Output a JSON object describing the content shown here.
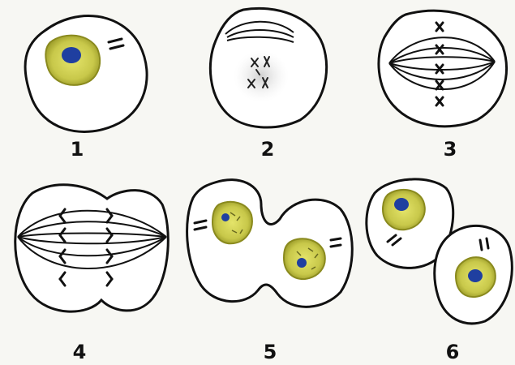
{
  "stages": [
    {
      "label": "1"
    },
    {
      "label": "2"
    },
    {
      "label": "3"
    },
    {
      "label": "4"
    },
    {
      "label": "5"
    },
    {
      "label": "6"
    }
  ],
  "colors": {
    "background": "#f7f7f3",
    "outline": "#111111",
    "cytoplasm": "#ffffff",
    "nucleus": "#c8c84a",
    "nucleus_rim": "#8a8a1e",
    "nucleolus": "#1f3fa0",
    "chromatin": "#6a6a20",
    "condensing_haze": "#d9d9d9"
  }
}
